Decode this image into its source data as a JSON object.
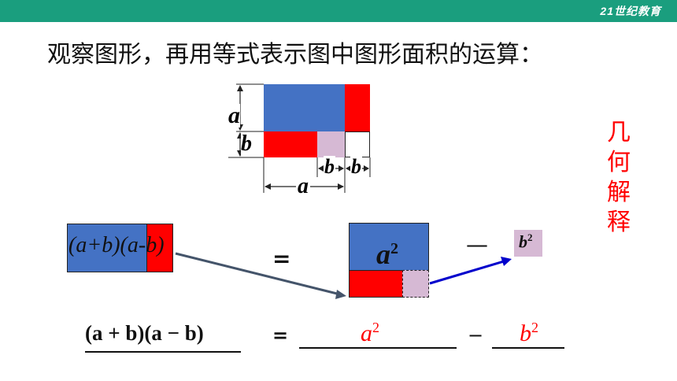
{
  "header": {
    "logo_text": "21世纪教育",
    "bar_color": "#1a9e7e"
  },
  "title": "观察图形，再用等式表示图中图形面积的运算：",
  "diagram": {
    "label_a_left": "a",
    "label_b_left": "b",
    "label_b_bottom_1": "b",
    "label_b_bottom_2": "b",
    "label_a_bottom": "a",
    "colors": {
      "blue": "#4472c4",
      "red": "#ff0000",
      "purple": "#d6b9d4"
    }
  },
  "middle": {
    "product_label": "(a+b)(a-b)",
    "equals": "=",
    "a_squared_base": "a",
    "a_squared_exp": "2",
    "minus": "—",
    "b_squared_base": "b",
    "b_squared_exp": "2"
  },
  "side_label": [
    "几",
    "何",
    "解",
    "释"
  ],
  "bottom": {
    "lhs": "(a + b)(a − b)",
    "equals": "=",
    "ans1_base": "a",
    "ans1_exp": "2",
    "minus": "−",
    "ans2_base": "b",
    "ans2_exp": "2"
  }
}
